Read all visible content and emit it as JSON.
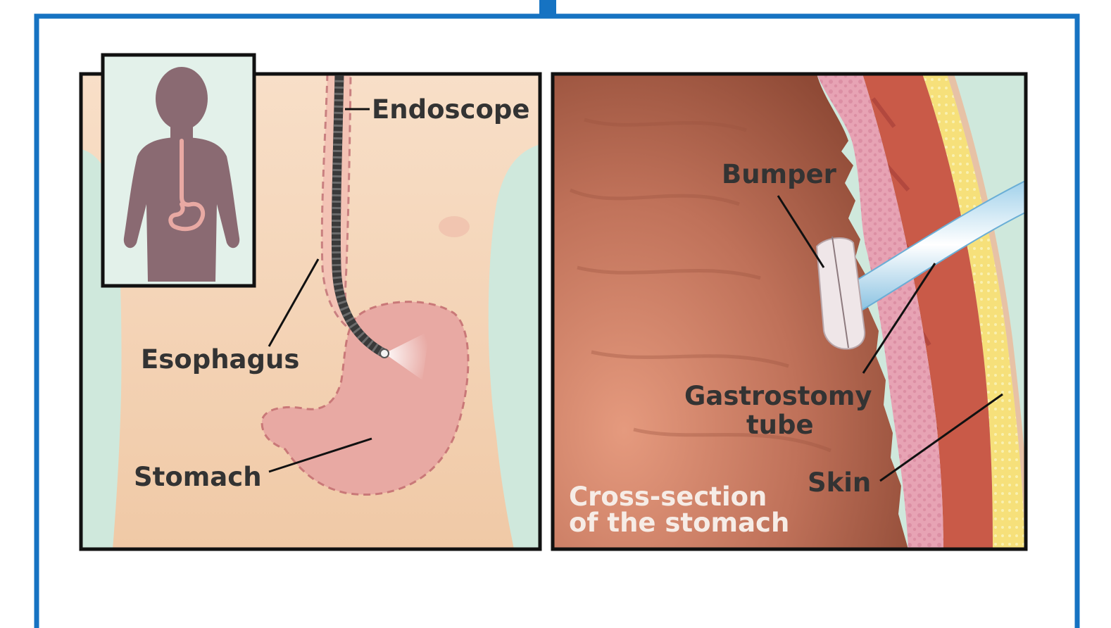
{
  "labels": {
    "endoscope": "Endoscope",
    "esophagus": "Esophagus",
    "stomach": "Stomach",
    "bumper": "Bumper",
    "gastrostomy_line1": "Gastrostomy",
    "gastrostomy_line2": "tube",
    "skin": "Skin",
    "caption_line1": "Cross-section",
    "caption_line2": "of the stomach"
  },
  "colors": {
    "frame_blue": "#1673c2",
    "panel_border": "#111111",
    "background_mint": "#cfe8dc",
    "body_skin": "#f3d3b6",
    "stomach_pink": "#e8a9a3",
    "silhouette": "#8a6a72",
    "endoscope": "#3a3a3a",
    "stomach_wall": "#a9604a",
    "mucosa_pink": "#e7a3b4",
    "muscle_red": "#c95a48",
    "fat_yellow": "#f6e07a",
    "tube_blue": "#bfe1f2"
  }
}
